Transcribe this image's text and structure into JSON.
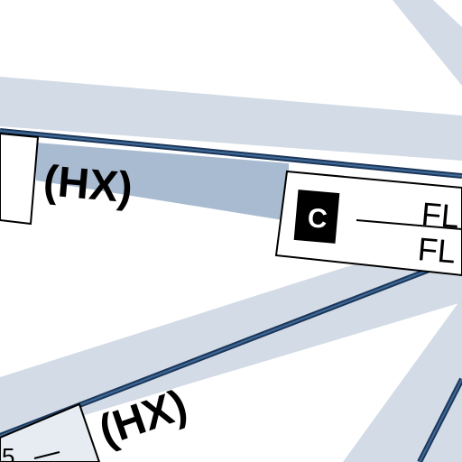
{
  "chart_type": "enroute aeronautical chart fragment",
  "colors": {
    "background": "#ffffff",
    "airway_band": "#d2dbe6",
    "airway_band_dark": "#a8bbd1",
    "airway_line": "#1c3659",
    "airway_line_inner": "#3e6a98",
    "box_border": "#000000",
    "box_fill": "#ffffff",
    "box_fill_partial": "#e6ecf2",
    "badge_fill": "#000000",
    "badge_text": "#ffffff",
    "text": "#000000"
  },
  "labels": {
    "hours_upper": "(HX)",
    "hours_lower": "(HX)"
  },
  "airspace_box": {
    "badge_class": "C",
    "upper_limit": "FL",
    "lower_limit": "FL"
  },
  "partial_box": {
    "fragment": "5"
  },
  "icons": [
    "class-c-badge"
  ]
}
